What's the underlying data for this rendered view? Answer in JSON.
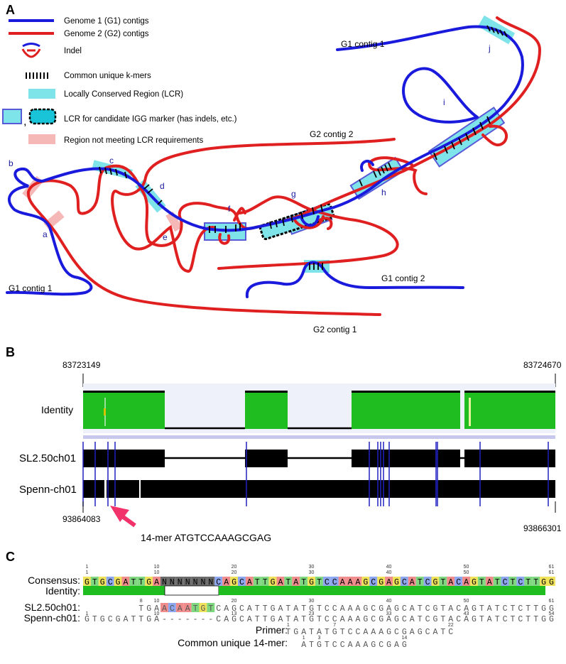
{
  "panels": {
    "a": "A",
    "b": "B",
    "c": "C"
  },
  "legend": {
    "g1": "Genome 1 (G1) contigs",
    "g2": "Genome 2 (G2) contigs",
    "indel": "Indel",
    "kmers": "Common unique k-mers",
    "lcr": "Locally Conserved Region (LCR)",
    "lcr_marker": "LCR for candidate IGG marker (has indels, etc.)",
    "not_lcr": "Region not meeting LCR requirements",
    "comma": ","
  },
  "diagram": {
    "g1c1_top": "G1 contig 1",
    "g1c1_bottom": "G1 contig 1",
    "g1c2": "G1 contig 2",
    "g2c1": "G2 contig 1",
    "g2c2": "G2 contig 2",
    "region_labels": [
      "a",
      "b",
      "c",
      "d",
      "e",
      "f",
      "g",
      "h",
      "i",
      "j"
    ]
  },
  "panel_b": {
    "top_left": "83723149",
    "top_right": "83724670",
    "bottom_left": "93864083",
    "bottom_right": "93866301",
    "identity": "Identity",
    "seq1": "SL2.50ch01",
    "seq2": "Spenn-ch01",
    "arrow_label": "14-mer ATGTCCAAAGCGAG"
  },
  "panel_c": {
    "consensus_label": "Consensus:",
    "identity_label": "Identity:",
    "seq1_label": "SL2.50ch01:",
    "seq2_label": "Spenn-ch01:",
    "primer_label": "Primer:",
    "kmer_label": "Common unique 14-mer:",
    "consensus_seq": "GTGCGATTGANNNNNNNCAGCATTGATATGTCCAAAGCGAGCATCGTACAGTATCTCTTGG",
    "seq1": "TGAACAATGTCAGCATTGATATGTCCAAAGCGAGCATCGTACAGTATCTCTTGG",
    "seq2": "GTGCGATTGA-------CAGCATTGATATGTCCAAAGCGAGCATCGTACAGTATCTCTTGG",
    "primer": "TGATATGTCCAAAGCGAGCATC",
    "kmer": "ATGTCCAAAGCGAG",
    "cons_ticks": [
      "1",
      "10",
      "20",
      "30",
      "40",
      "50",
      "61"
    ],
    "seq1_ticks": [
      "8",
      "10",
      "20",
      "30",
      "40",
      "50",
      "61"
    ],
    "seq2_ticks": [
      "1",
      "10",
      "13",
      "23",
      "33",
      "43",
      "54"
    ],
    "primer_ticks": [
      "1",
      "7",
      "22"
    ],
    "kmer_ticks": [
      "1",
      "3",
      "14"
    ]
  },
  "colors": {
    "g1": "#1a1adc",
    "g2": "#e02020",
    "lcr": "#7fe3ea",
    "not_lcr": "#f6b7b7",
    "identity": "#1fbd1f"
  }
}
